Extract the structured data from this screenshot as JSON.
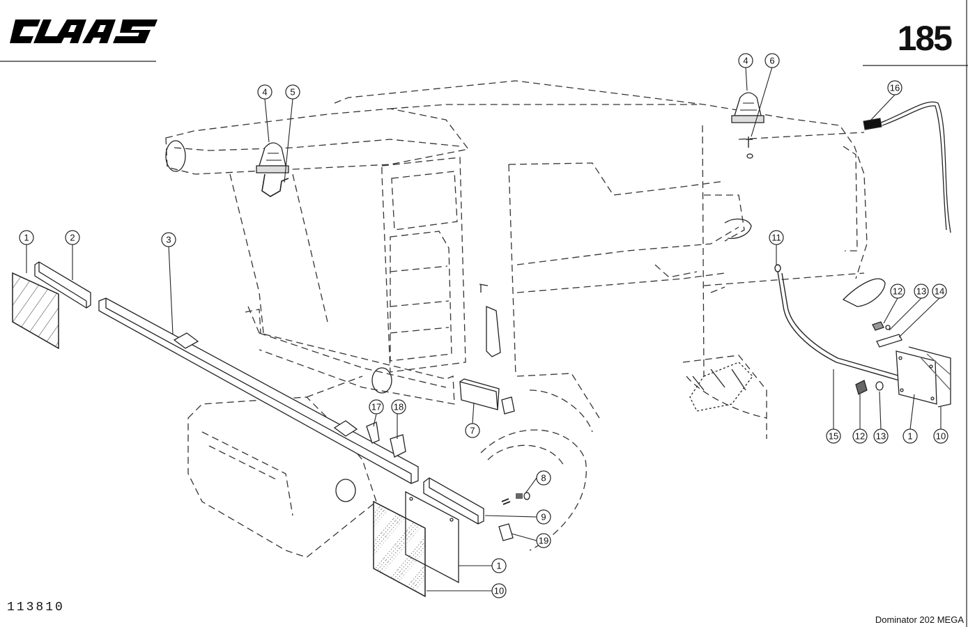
{
  "header": {
    "logo": "CLAAS",
    "page_number": "185"
  },
  "footer": {
    "drawing_number": "113810",
    "model": "Dominator  202 MEGA"
  },
  "callouts": [
    {
      "id": "c1a",
      "label": "1"
    },
    {
      "id": "c2",
      "label": "2"
    },
    {
      "id": "c3",
      "label": "3"
    },
    {
      "id": "c4a",
      "label": "4"
    },
    {
      "id": "c5",
      "label": "5"
    },
    {
      "id": "c4b",
      "label": "4"
    },
    {
      "id": "c6",
      "label": "6"
    },
    {
      "id": "c16",
      "label": "16"
    },
    {
      "id": "c11",
      "label": "11"
    },
    {
      "id": "c12a",
      "label": "12"
    },
    {
      "id": "c13a",
      "label": "13"
    },
    {
      "id": "c14",
      "label": "14"
    },
    {
      "id": "c15",
      "label": "15"
    },
    {
      "id": "c12b",
      "label": "12"
    },
    {
      "id": "c13b",
      "label": "13"
    },
    {
      "id": "c1b",
      "label": "1"
    },
    {
      "id": "c10a",
      "label": "10"
    },
    {
      "id": "c17",
      "label": "17"
    },
    {
      "id": "c18",
      "label": "18"
    },
    {
      "id": "c7",
      "label": "7"
    },
    {
      "id": "c8",
      "label": "8"
    },
    {
      "id": "c9",
      "label": "9"
    },
    {
      "id": "c19",
      "label": "19"
    },
    {
      "id": "c1c",
      "label": "1"
    },
    {
      "id": "c10b",
      "label": "10"
    }
  ]
}
